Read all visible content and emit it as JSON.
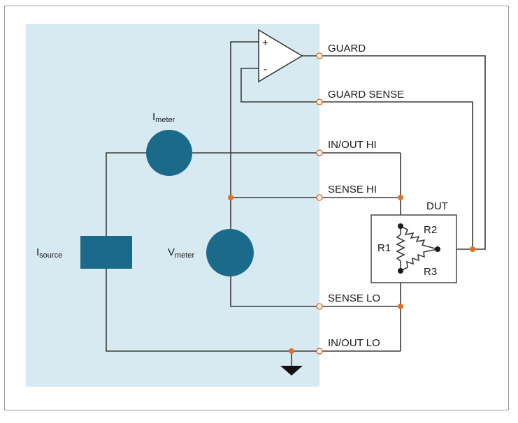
{
  "colors": {
    "panel_bg": "#d7eaf1",
    "meter_fill": "#1b6a8a",
    "wire": "#3a3a3a",
    "terminal": "#e0702a"
  },
  "labels": {
    "guard": "GUARD",
    "guard_sense": "GUARD SENSE",
    "in_out_hi": "IN/OUT HI",
    "sense_hi": "SENSE HI",
    "sense_lo": "SENSE LO",
    "in_out_lo": "IN/OUT LO",
    "dut": "DUT",
    "r1": "R1",
    "r2": "R2",
    "r3": "R3",
    "op_plus": "+",
    "op_minus": "-",
    "i_meter_main": "I",
    "i_meter_sub": "meter",
    "v_meter_main": "V",
    "v_meter_sub": "meter",
    "i_source_main": "I",
    "i_source_sub": "source"
  }
}
